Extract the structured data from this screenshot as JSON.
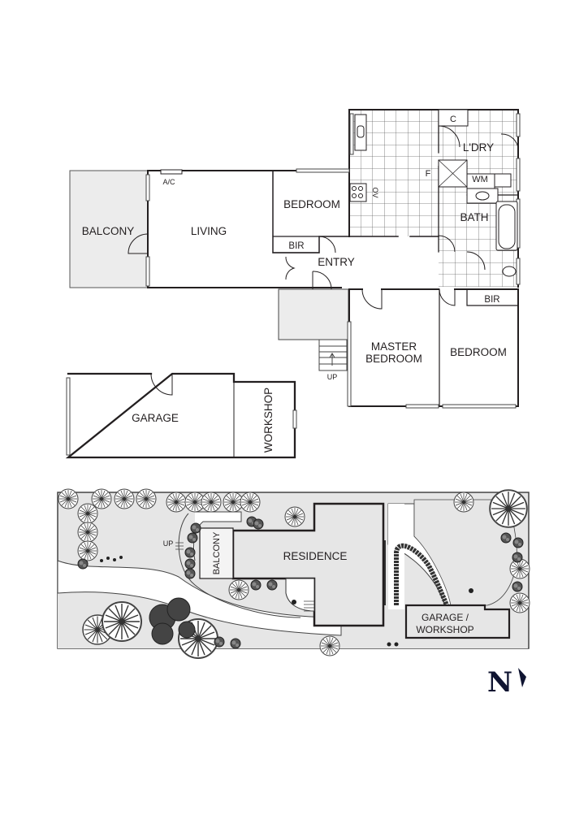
{
  "floor_plan": {
    "rooms": {
      "balcony": "BALCONY",
      "living": "LIVING",
      "bedroom1": "BEDROOM",
      "bir1": "BIR",
      "entry": "ENTRY",
      "laundry": "L'DRY",
      "bath": "BATH",
      "master_bedroom_line1": "MASTER",
      "master_bedroom_line2": "BEDROOM",
      "bedroom2": "BEDROOM",
      "bir2": "BIR",
      "garage": "GARAGE",
      "workshop": "WORKSHOP"
    },
    "fixtures": {
      "ac": "A/C",
      "cupboard": "C",
      "fridge": "F",
      "washing_machine": "WM",
      "oven": "OV",
      "stairs": "UP"
    }
  },
  "site_plan": {
    "labels": {
      "residence": "RESIDENCE",
      "balcony": "BALCONY",
      "garage_line1": "GARAGE /",
      "garage_line2": "WORKSHOP",
      "up": "UP"
    }
  },
  "north_arrow": {
    "label": "N"
  },
  "colors": {
    "wall": "#231f20",
    "tile_grid": "#555555",
    "shaded_area": "#e6e6e6",
    "north": "#0f1431"
  }
}
